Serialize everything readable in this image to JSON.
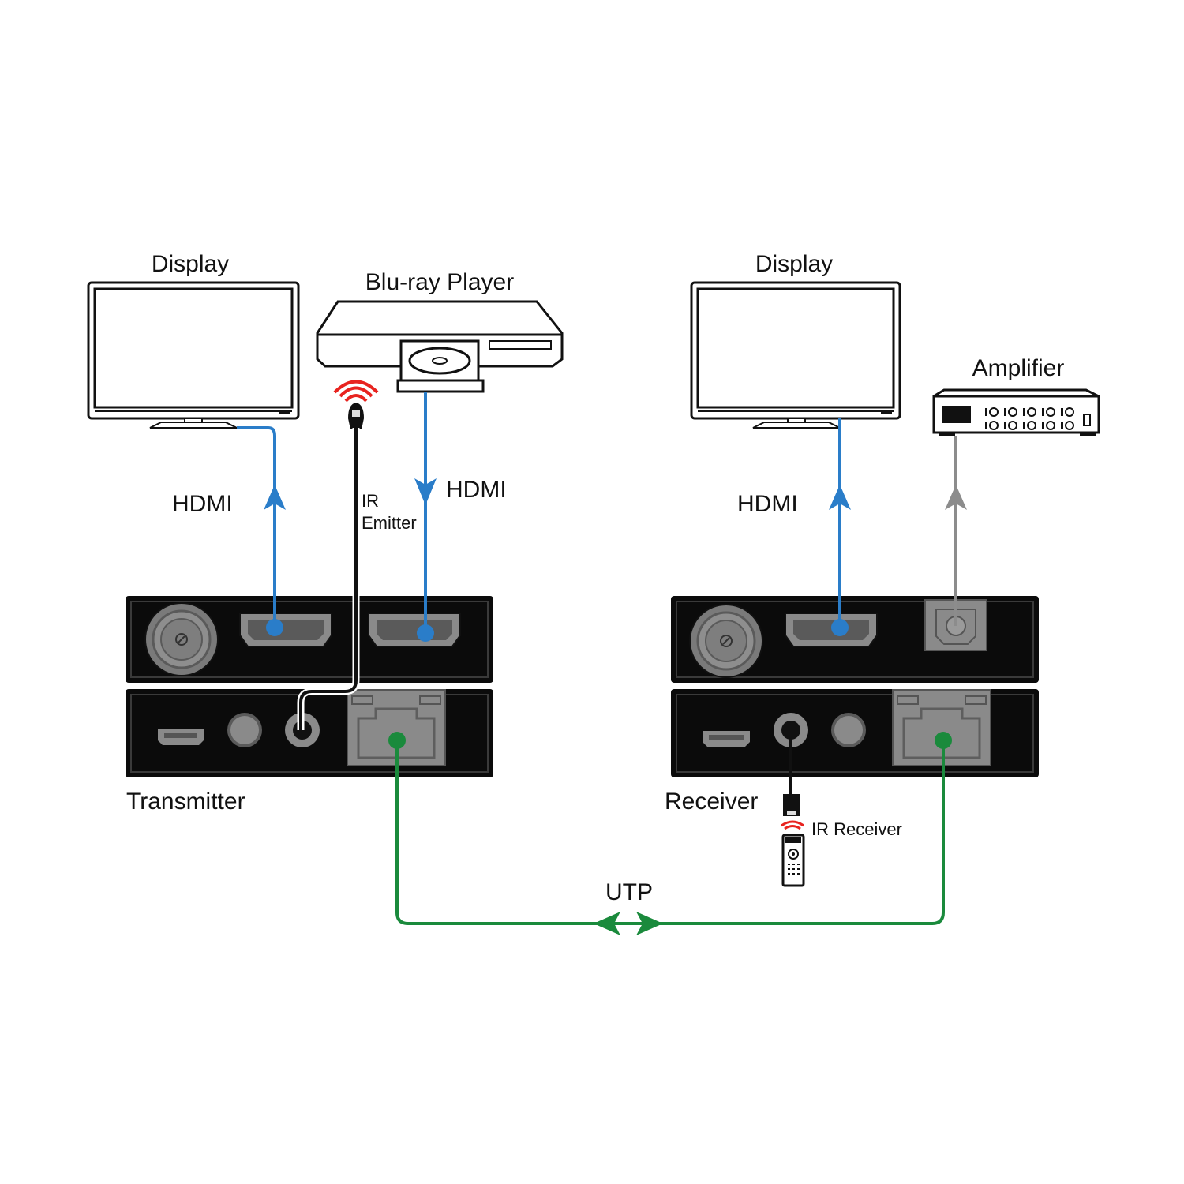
{
  "labels": {
    "display_left": "Display",
    "bluray": "Blu-ray Player",
    "display_right": "Display",
    "amplifier": "Amplifier",
    "hdmi_left": "HDMI",
    "hdmi_bluray": "HDMI",
    "hdmi_right": "HDMI",
    "ir_emitter_line1": "IR",
    "ir_emitter_line2": "Emitter",
    "transmitter": "Transmitter",
    "receiver": "Receiver",
    "ir_receiver": "IR Receiver",
    "utp": "UTP"
  },
  "colors": {
    "hdmi": "#2a7dc9",
    "utp": "#1a8a3c",
    "ir_cable": "#111111",
    "audio": "#8c8c8c",
    "ir_signal": "#e8231f",
    "device": "#0b0b0b",
    "port": "#8a8a8a"
  },
  "icons": {
    "display": "tv-icon",
    "bluray": "bluray-player-icon",
    "amplifier": "amplifier-icon",
    "ir_emitter": "ir-emitter-icon",
    "ir_receiver": "ir-receiver-icon",
    "remote": "remote-control-icon"
  }
}
